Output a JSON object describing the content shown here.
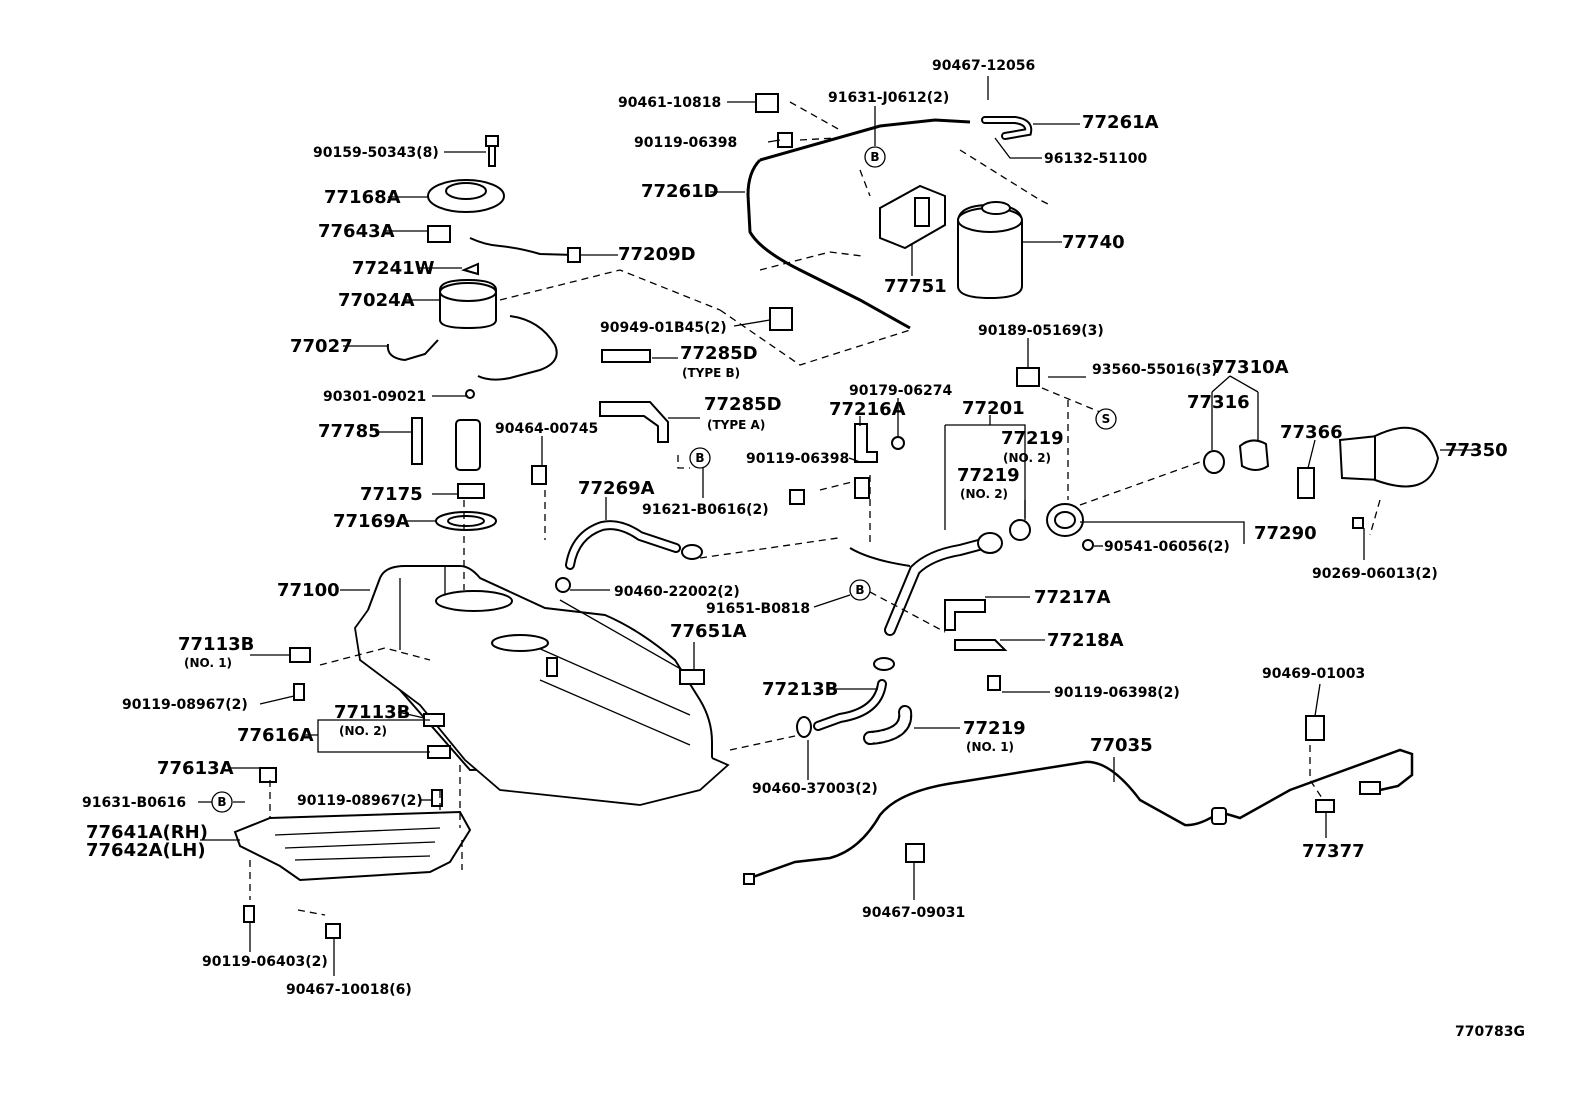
{
  "diagram_code": "770783G",
  "callout_letters": {
    "b": "B",
    "s": "S"
  },
  "labels": [
    "90467-12056",
    "90461-10818",
    "91631-J0612(2)",
    "77261A",
    "90119-06398",
    "96132-51100",
    "90159-50343(8)",
    "77261D",
    "77168A",
    "77643A",
    "77740",
    "77209D",
    "77241W",
    "77751",
    "77024A",
    "90949-01B45(2)",
    "90189-05169(3)",
    "77027",
    "77285D",
    "(TYPE B)",
    "93560-55016(3)",
    "77310A",
    "90301-09021",
    "90179-06274",
    "77201",
    "77316",
    "77285D",
    "(TYPE A)",
    "77216A",
    "77785",
    "90464-00745",
    "77219",
    "(NO. 2)",
    "77366",
    "77350",
    "90119-06398",
    "77219",
    "(NO. 2)",
    "77175",
    "77269A",
    "91621-B0616(2)",
    "77169A",
    "77290",
    "90541-06056(2)",
    "90269-06013(2)",
    "77100",
    "90460-22002(2)",
    "91651-B0818",
    "77217A",
    "77651A",
    "77113B",
    "(NO. 1)",
    "77218A",
    "90469-01003",
    "90119-08967(2)",
    "77213B",
    "90119-06398(2)",
    "77113B",
    "(NO. 2)",
    "77219",
    "(NO. 1)",
    "77616A",
    "77035",
    "77613A",
    "90460-37003(2)",
    "91631-B0616",
    "90119-08967(2)",
    "77641A(RH)",
    "77642A(LH)",
    "77377",
    "90467-09031",
    "90119-06403(2)",
    "90467-10018(6)"
  ]
}
